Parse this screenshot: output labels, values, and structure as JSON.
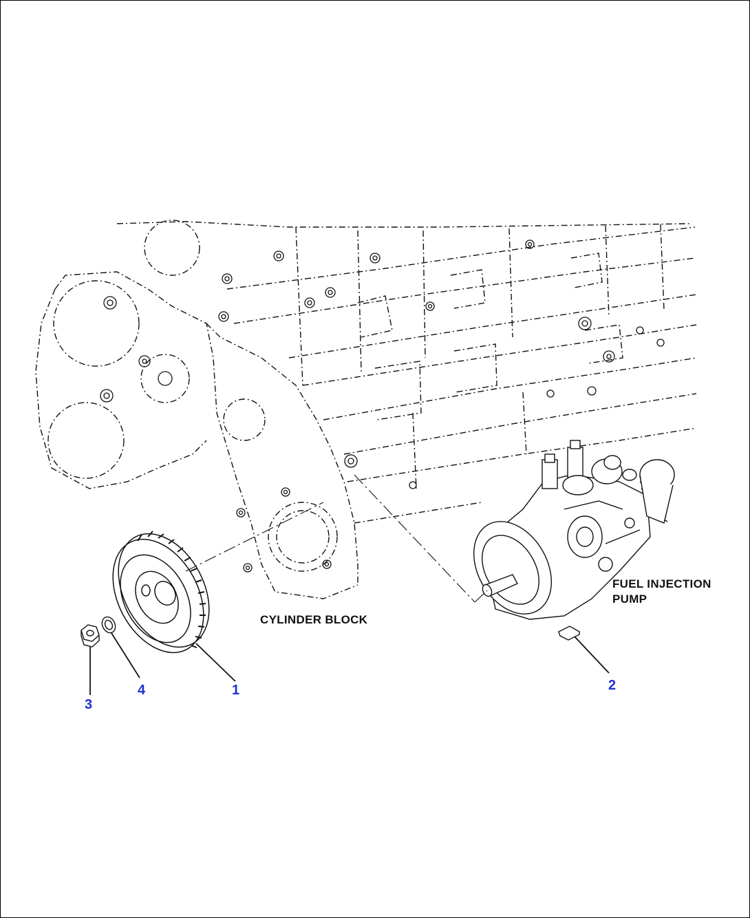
{
  "colors": {
    "line": "#111111",
    "callout": "#1f2fd0",
    "background": "#ffffff"
  },
  "labels": {
    "cylinder_block": "CYLINDER BLOCK",
    "fuel_pump_line1": "FUEL INJECTION",
    "fuel_pump_line2": "PUMP"
  },
  "callouts": {
    "c1": "1",
    "c2": "2",
    "c3": "3",
    "c4": "4"
  }
}
